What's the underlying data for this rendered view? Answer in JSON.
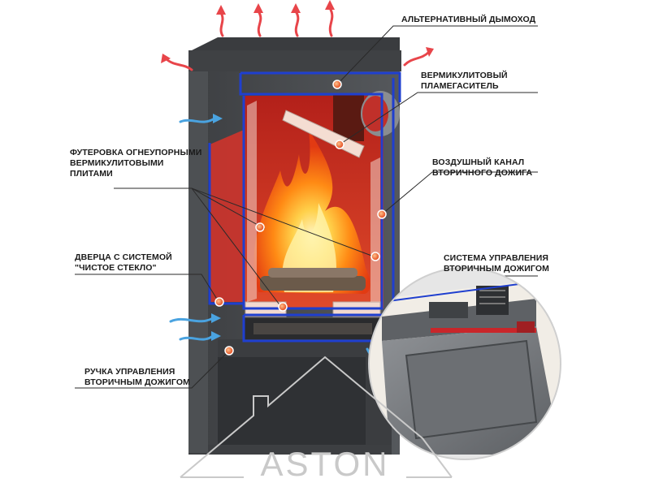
{
  "labels": {
    "alt_chimney": "АЛЬТЕРНАТИВНЫЙ ДЫМОХОД",
    "flame_damper_1": "ВЕРМИКУЛИТОВЫЙ",
    "flame_damper_2": "ПЛАМЕГАСИТЕЛЬ",
    "lining_1": "ФУТЕРОВКА ОГНЕУПОРНЫМИ",
    "lining_2": "ВЕРМИКУЛИТОВЫМИ",
    "lining_3": "ПЛИТАМИ",
    "air_channel_1": "ВОЗДУШНЫЙ КАНАЛ",
    "air_channel_2": "ВТОРИЧНОГО ДОЖИГА",
    "door_1": "ДВЕРЦА С СИСТЕМОЙ",
    "door_2": "\"ЧИСТОЕ СТЕКЛО\"",
    "control_system_1": "СИСТЕМА УПРАВЛЕНИЯ",
    "control_system_2": "ВТОРИЧНЫМ ДОЖИГОМ",
    "handle_1": "РУЧКА УПРАВЛЕНИЯ",
    "handle_2": "ВТОРИЧНЫМ ДОЖИГОМ"
  },
  "logo": "ASTON",
  "colors": {
    "stove_body": "#4a4c4f",
    "stove_dark": "#35373a",
    "cutaway_outline": "#1f3fcf",
    "chamber_red": "#d2342a",
    "vermiculite": "#f2d9cf",
    "fire": "#ff9a1f",
    "hot_air_arrow": "#e8454a",
    "cold_air_arrow": "#4aa3e0",
    "marker": "#f05a1e",
    "logo": "#c9c9c9"
  }
}
